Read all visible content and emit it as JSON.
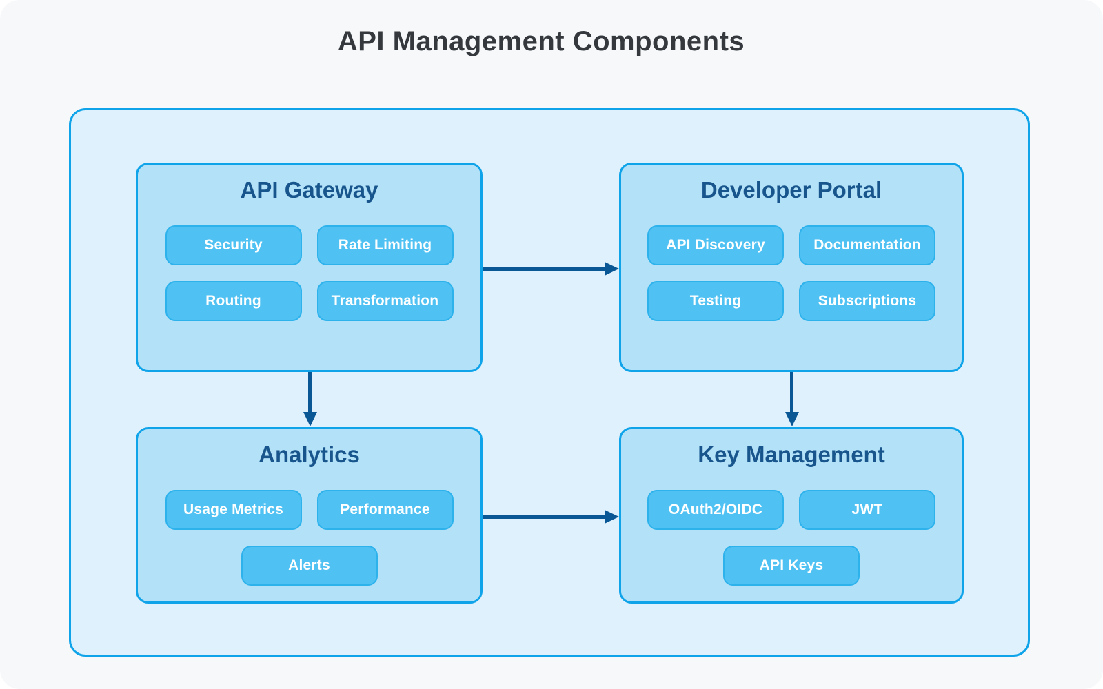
{
  "page": {
    "title": "API Management Components"
  },
  "colors": {
    "page_background": "#f6f8fa",
    "container_fill": "#def1fc",
    "box_fill": "#b3e1f8",
    "border_blue": "#0fa3e9",
    "chip_fill": "#4fc1f2",
    "chip_border": "#2eb2ec",
    "chip_text": "#ffffff",
    "box_title_text": "#17558c",
    "arrow": "#0a5795",
    "main_title_text": "#35393d"
  },
  "components": [
    {
      "id": "api-gateway",
      "title": "API Gateway",
      "chips": [
        "Security",
        "Rate Limiting",
        "Routing",
        "Transformation"
      ]
    },
    {
      "id": "developer-portal",
      "title": "Developer Portal",
      "chips": [
        "API Discovery",
        "Documentation",
        "Testing",
        "Subscriptions"
      ]
    },
    {
      "id": "analytics",
      "title": "Analytics",
      "chips": [
        "Usage Metrics",
        "Performance",
        "Alerts"
      ]
    },
    {
      "id": "key-management",
      "title": "Key Management",
      "chips": [
        "OAuth2/OIDC",
        "JWT",
        "API Keys"
      ]
    }
  ],
  "connections": [
    {
      "from": "API Gateway",
      "to": "Developer Portal",
      "direction": "right"
    },
    {
      "from": "API Gateway",
      "to": "Analytics",
      "direction": "down"
    },
    {
      "from": "Developer Portal",
      "to": "Key Management",
      "direction": "down"
    },
    {
      "from": "Analytics",
      "to": "Key Management",
      "direction": "right"
    }
  ]
}
